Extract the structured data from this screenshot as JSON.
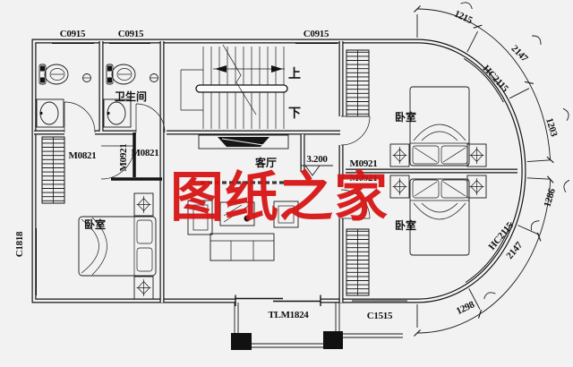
{
  "watermark": {
    "text": "图纸之家",
    "color": "#d81111"
  },
  "rooms": {
    "bathroom": "卫生间",
    "bedroom": "卧室",
    "living_room": "客厅"
  },
  "stairs": {
    "up": "上",
    "down": "下"
  },
  "elevation": {
    "value": "3.200"
  },
  "openings": {
    "c0915": "C0915",
    "c1818": "C1818",
    "c1515": "C1515",
    "hc2115": "HC2115",
    "m0821": "M0821",
    "m0921": "M0921",
    "tlm1824": "TLM1824"
  },
  "curve_dimensions": {
    "top": [
      "1215",
      "2147",
      "1203"
    ],
    "bottom": [
      "1286",
      "2147",
      "1298"
    ]
  },
  "colors": {
    "line": "#141414",
    "paper": "#f2f2f2"
  }
}
